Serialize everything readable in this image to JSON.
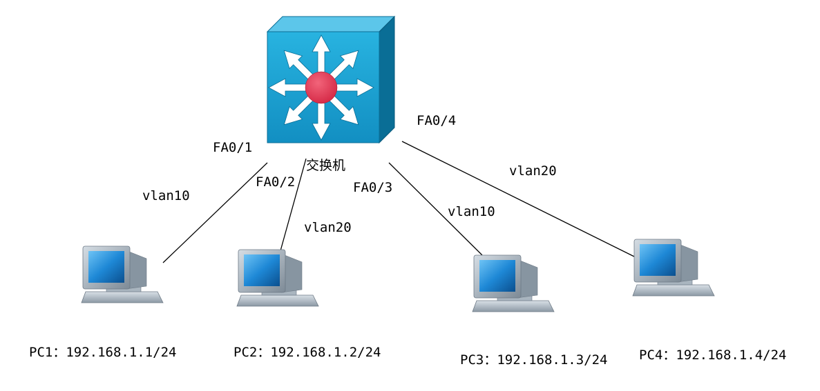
{
  "switch": {
    "label": "交换机",
    "colors": {
      "front": "#1aa3d4",
      "top": "#5cc6ea",
      "side": "#0a6e96",
      "hub": "#e23b54",
      "arrows": "#ffffff"
    }
  },
  "links": [
    {
      "port": "FA0/1",
      "vlan": "vlan10",
      "pc": "PC1：192.168.1.1/24"
    },
    {
      "port": "FA0/2",
      "vlan": "vlan20",
      "pc": "PC2：192.168.1.2/24"
    },
    {
      "port": "FA0/3",
      "vlan": "vlan10",
      "pc": "PC3：192.168.1.3/24"
    },
    {
      "port": "FA0/4",
      "vlan": "vlan20",
      "pc": "PC4：192.168.1.4/24"
    }
  ],
  "pc_colors": {
    "screen": "#1e88d6",
    "bezel": "#9aa7b3",
    "base": "#b7c2cc"
  }
}
